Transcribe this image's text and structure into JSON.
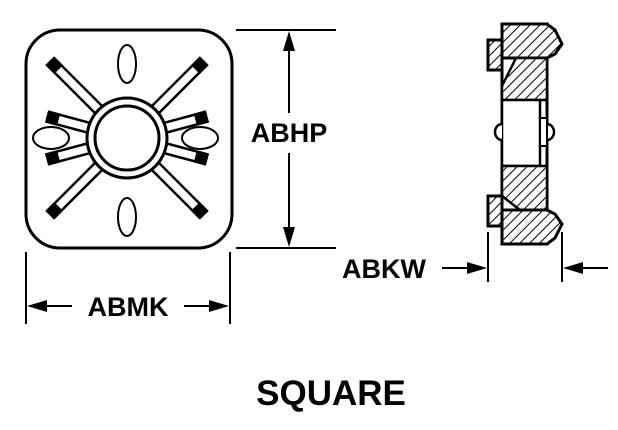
{
  "dimensions": {
    "height_label": "ABHP",
    "width_label": "ABMK",
    "thickness_label": "ABKW"
  },
  "caption": "SQUARE"
}
